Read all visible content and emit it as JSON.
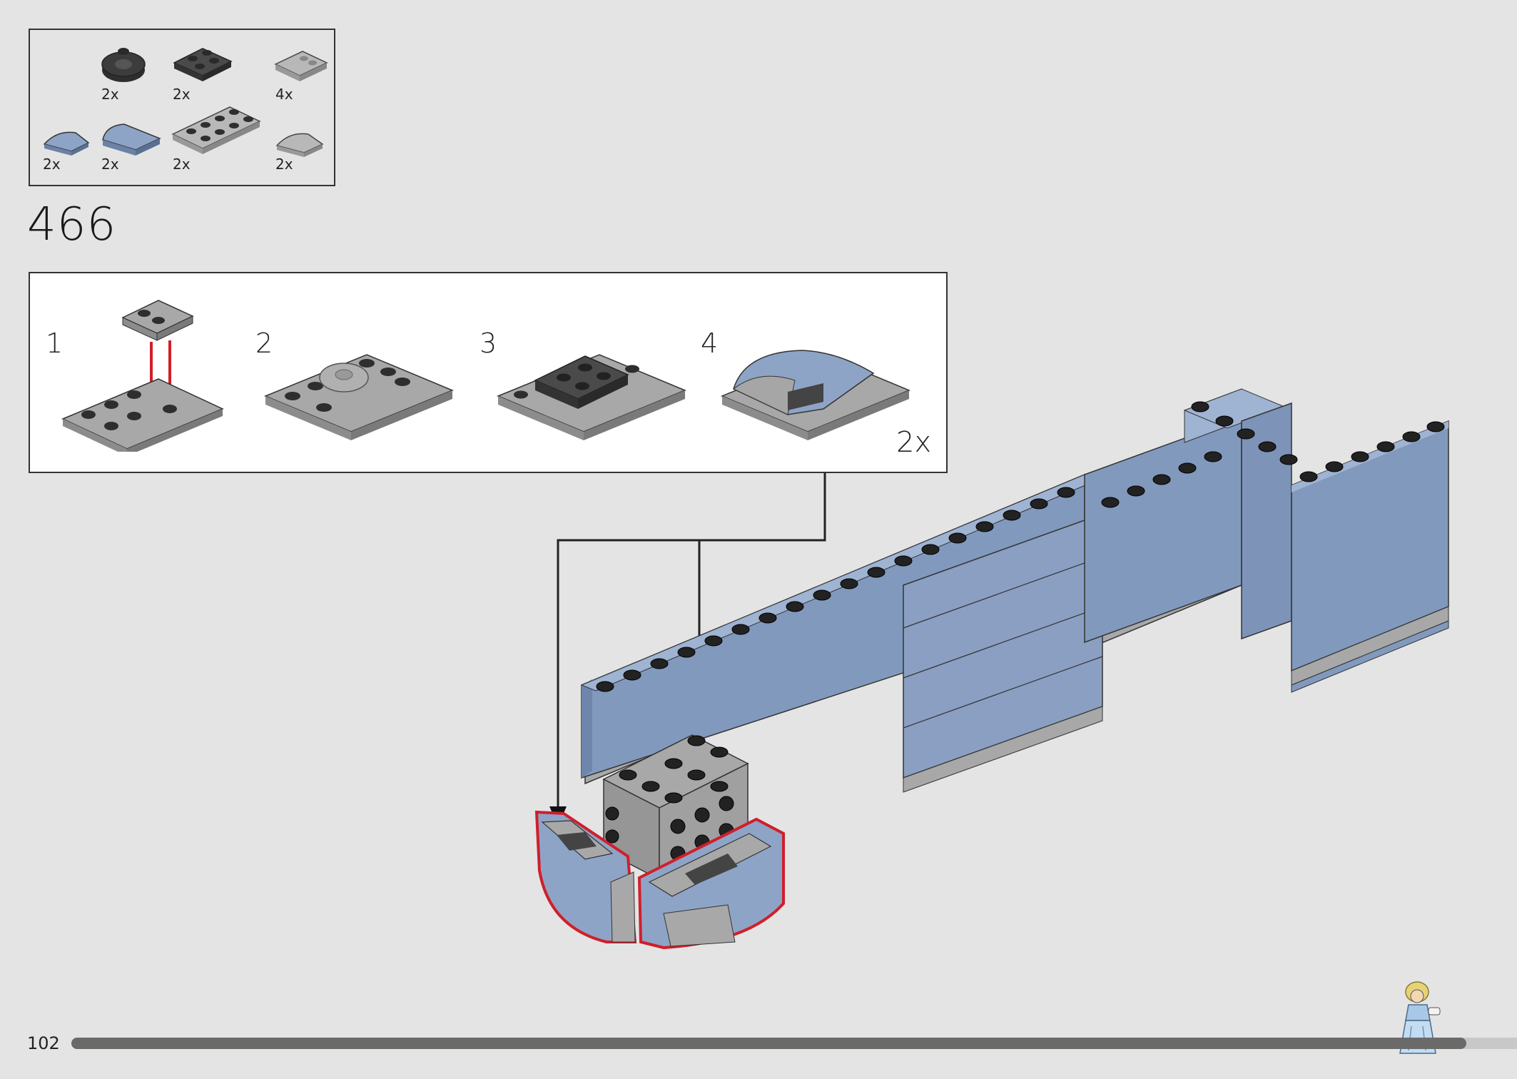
{
  "parts_list": {
    "items": [
      {
        "name": "round-turntable-2x2-dark",
        "qty": "2x",
        "color": "#3a3a3a"
      },
      {
        "name": "plate-2x2-dark",
        "qty": "2x",
        "color": "#4a4a4a"
      },
      {
        "name": "plate-with-rail-light",
        "qty": "4x",
        "color": "#a8a8a8"
      },
      {
        "name": "curved-slope-small-blue",
        "qty": "2x",
        "color": "#7f97bd"
      },
      {
        "name": "curved-slope-large-blue",
        "qty": "2x",
        "color": "#7f97bd"
      },
      {
        "name": "plate-2x4-light",
        "qty": "2x",
        "color": "#a8a8a8"
      },
      {
        "name": "curved-slope-small-light",
        "qty": "2x",
        "color": "#a8a8a8"
      }
    ]
  },
  "step": {
    "number": "466"
  },
  "substeps": {
    "items": [
      {
        "label": "1"
      },
      {
        "label": "2"
      },
      {
        "label": "3"
      },
      {
        "label": "4"
      }
    ],
    "multiplier": "2x"
  },
  "colors": {
    "background": "#e4e4e4",
    "sand_blue": "#8199bd",
    "light_gray": "#a8a8a8",
    "dark_gray": "#3c3c3c",
    "highlight_red": "#d01f2a"
  },
  "footer": {
    "page_number": "102",
    "progress": 0.965
  }
}
